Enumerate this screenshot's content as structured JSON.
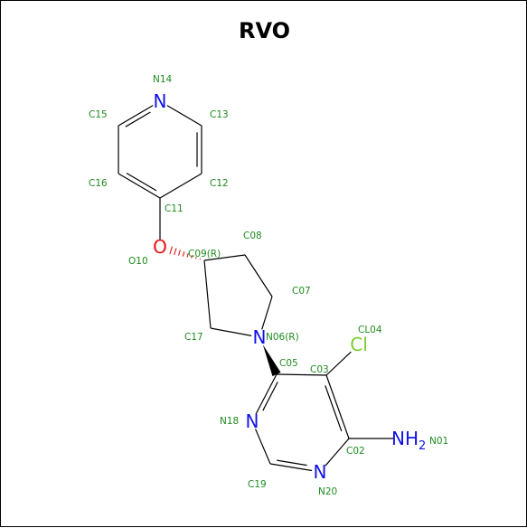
{
  "title": "RVO",
  "colors": {
    "label": "#1e8c1e",
    "nitrogen": "#1212e6",
    "oxygen": "#e61212",
    "chlorine": "#7acc2a",
    "bond": "#000000"
  },
  "atoms": [
    {
      "id": "N14",
      "element": "N",
      "symbol": "N",
      "label": "N14"
    },
    {
      "id": "C13",
      "element": "C",
      "label": "C13"
    },
    {
      "id": "C15",
      "element": "C",
      "label": "C15"
    },
    {
      "id": "C12",
      "element": "C",
      "label": "C12"
    },
    {
      "id": "C16",
      "element": "C",
      "label": "C16"
    },
    {
      "id": "C11",
      "element": "C",
      "label": "C11"
    },
    {
      "id": "O10",
      "element": "O",
      "symbol": "O",
      "label": "O10"
    },
    {
      "id": "C09",
      "element": "C",
      "label": "C09(R)"
    },
    {
      "id": "C08",
      "element": "C",
      "label": "C08"
    },
    {
      "id": "C07",
      "element": "C",
      "label": "C07"
    },
    {
      "id": "C17",
      "element": "C",
      "label": "C17"
    },
    {
      "id": "N06",
      "element": "N",
      "symbol": "N",
      "label": "N06(R)"
    },
    {
      "id": "C05",
      "element": "C",
      "label": "C05"
    },
    {
      "id": "C03",
      "element": "C",
      "label": "C03"
    },
    {
      "id": "CL04",
      "element": "Cl",
      "symbol": "Cl",
      "label": "CL04"
    },
    {
      "id": "C02",
      "element": "C",
      "label": "C02"
    },
    {
      "id": "N01",
      "element": "N",
      "symbol": "NH",
      "subscript": "2",
      "label": "N01"
    },
    {
      "id": "N18",
      "element": "N",
      "symbol": "N",
      "label": "N18"
    },
    {
      "id": "C19",
      "element": "C",
      "label": "C19"
    },
    {
      "id": "N20",
      "element": "N",
      "symbol": "N",
      "label": "N20"
    }
  ],
  "bonds": [
    {
      "a": "N14",
      "b": "C13",
      "order": 1
    },
    {
      "a": "N14",
      "b": "C15",
      "order": 2
    },
    {
      "a": "C13",
      "b": "C12",
      "order": 2
    },
    {
      "a": "C15",
      "b": "C16",
      "order": 1
    },
    {
      "a": "C12",
      "b": "C11",
      "order": 1
    },
    {
      "a": "C16",
      "b": "C11",
      "order": 2
    },
    {
      "a": "C11",
      "b": "O10",
      "order": 1
    },
    {
      "a": "C09",
      "b": "O10",
      "order": 1,
      "stereo": "hash"
    },
    {
      "a": "C09",
      "b": "C08",
      "order": 1
    },
    {
      "a": "C08",
      "b": "C07",
      "order": 1
    },
    {
      "a": "C07",
      "b": "N06",
      "order": 1
    },
    {
      "a": "C09",
      "b": "C17",
      "order": 1
    },
    {
      "a": "C17",
      "b": "N06",
      "order": 1
    },
    {
      "a": "N06",
      "b": "C05",
      "order": 1,
      "stereo": "wedge"
    },
    {
      "a": "C05",
      "b": "C03",
      "order": 1
    },
    {
      "a": "C03",
      "b": "CL04",
      "order": 1
    },
    {
      "a": "C03",
      "b": "C02",
      "order": 2
    },
    {
      "a": "C02",
      "b": "N01",
      "order": 1
    },
    {
      "a": "C02",
      "b": "N20",
      "order": 1
    },
    {
      "a": "C05",
      "b": "N18",
      "order": 2
    },
    {
      "a": "N18",
      "b": "C19",
      "order": 1
    },
    {
      "a": "C19",
      "b": "N20",
      "order": 2
    }
  ]
}
